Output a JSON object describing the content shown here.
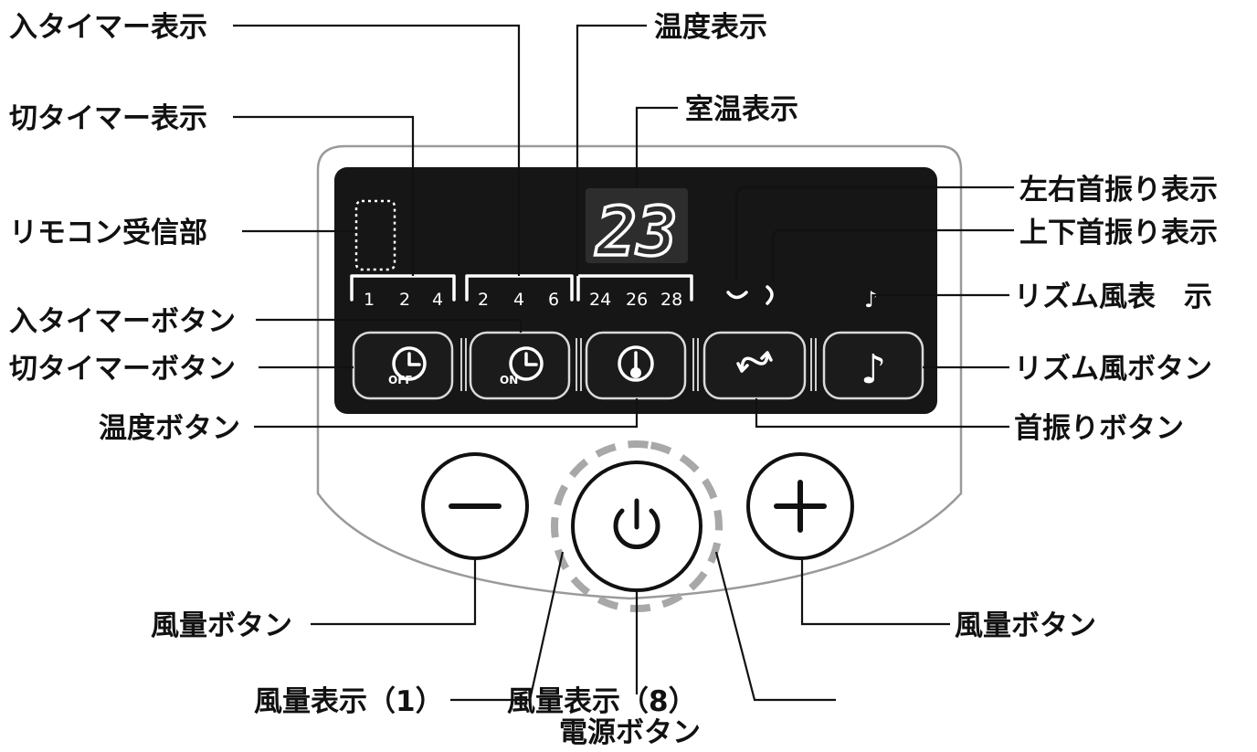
{
  "display": {
    "temperature_digits": "23",
    "off_timer_ticks": [
      "1",
      "2",
      "4"
    ],
    "on_timer_ticks": [
      "2",
      "4",
      "6"
    ],
    "temp_ticks": [
      "24",
      "26",
      "28"
    ],
    "off_label": "OFF",
    "on_label": "ON",
    "rhythm_indicator": "♪",
    "rhythm_button_glyph": "♪"
  },
  "labels": {
    "on_timer_display": "入タイマー表示",
    "temp_display": "温度表示",
    "off_timer_display": "切タイマー表示",
    "room_temp_display": "室温表示",
    "lr_swing_display": "左右首振り表示",
    "remote_receiver": "リモコン受信部",
    "ud_swing_display": "上下首振り表示",
    "rhythm_wind_display": "リズム風表　示",
    "on_timer_button": "入タイマーボタン",
    "off_timer_button": "切タイマーボタン",
    "rhythm_wind_button": "リズム風ボタン",
    "temp_button": "温度ボタン",
    "swing_button": "首振りボタン",
    "airflow_button_left": "風量ボタン",
    "airflow_button_right": "風量ボタン",
    "airflow_display_1": "風量表示（1）",
    "airflow_display_8": "風量表示（8）",
    "power_button": "電源ボタン"
  }
}
